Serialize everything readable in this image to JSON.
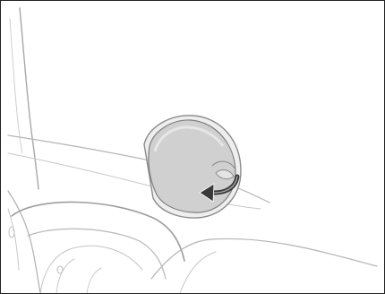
{
  "figure": {
    "type": "vehicle-illustration",
    "subject": "fuel-filler-door-opening",
    "arrow_direction": "left"
  },
  "colors": {
    "background": "#ffffff",
    "frame": "#222222",
    "line": "#9a9a9a",
    "line_light": "#c8c8c8",
    "door_fill": "#d0d0d0",
    "door_shade": "#e2e2e2",
    "arrow": "#3a3a3a"
  }
}
